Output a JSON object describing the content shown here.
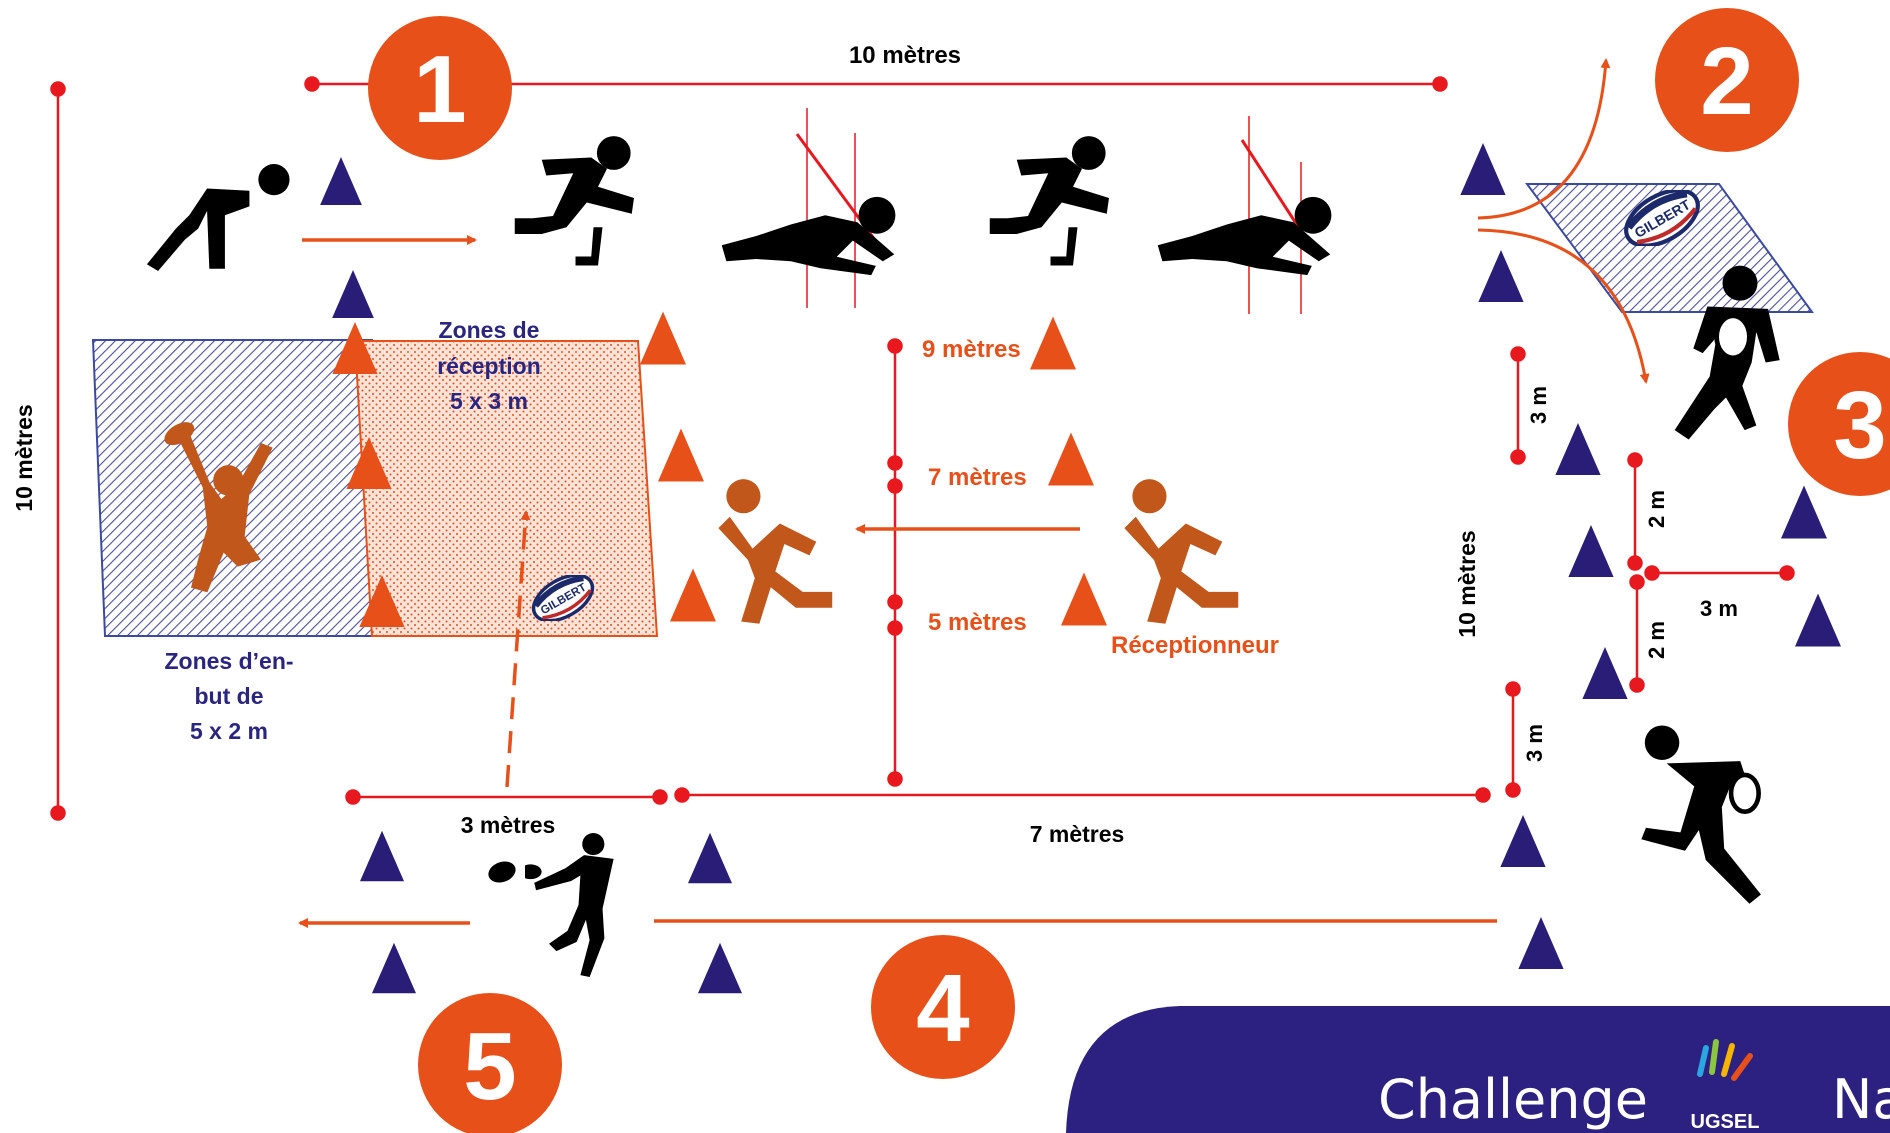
{
  "colors": {
    "red": "#e8191e",
    "orange": "#e8501a",
    "brown": "#c2571c",
    "navy": "#2a1d78",
    "black": "#000000",
    "badge_text": "#ffffff",
    "banner": "#2c2080"
  },
  "stations": [
    "1",
    "2",
    "3",
    "4",
    "5"
  ],
  "labels": {
    "top_width": "10 mètres",
    "left_height": "10 mètres",
    "right_height": "10 mètres",
    "reception_zone": [
      "Zones de",
      "réception",
      "5 x 3 m"
    ],
    "endzone": [
      "Zones d’en-",
      "but de",
      "5 x 2 m"
    ],
    "m9": "9 mètres",
    "m7": "7 mètres",
    "m5": "5 mètres",
    "receiver": "Réceptionneur",
    "three_m_bottom": "3 mètres",
    "seven_m_bottom": "7 mètres",
    "s3_a": "3 m",
    "s3_b": "2 m",
    "s3_c": "3 m",
    "s3_d": "2 m",
    "s3_e": "3 m"
  },
  "banner": {
    "word1": "Challenge",
    "word2": "Na",
    "logo_text": "UGSEL"
  },
  "icons": [
    "runner-start-icon",
    "hurdle-jumper-icon",
    "crawler-icon",
    "cone-icon",
    "rugby-ball-icon",
    "running-player-icon",
    "catching-player-icon",
    "kicking-player-icon",
    "ball-carrier-icon",
    "passing-player-icon",
    "ugsel-logo-icon"
  ]
}
